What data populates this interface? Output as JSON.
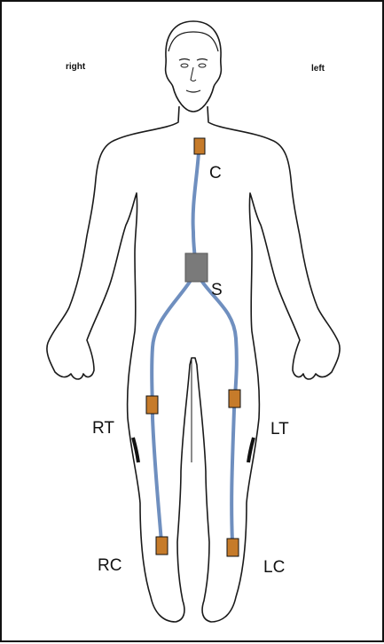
{
  "labels": {
    "right": "right",
    "left": "left",
    "sensors": {
      "C": "C",
      "S": "S",
      "RT": "RT",
      "LT": "LT",
      "RC": "RC",
      "LC": "LC"
    }
  },
  "colors": {
    "cable": "#6f8fbf",
    "sensor": "#c67b2a",
    "hub": "#7a7a7a",
    "outline": "#1a1a1a"
  }
}
